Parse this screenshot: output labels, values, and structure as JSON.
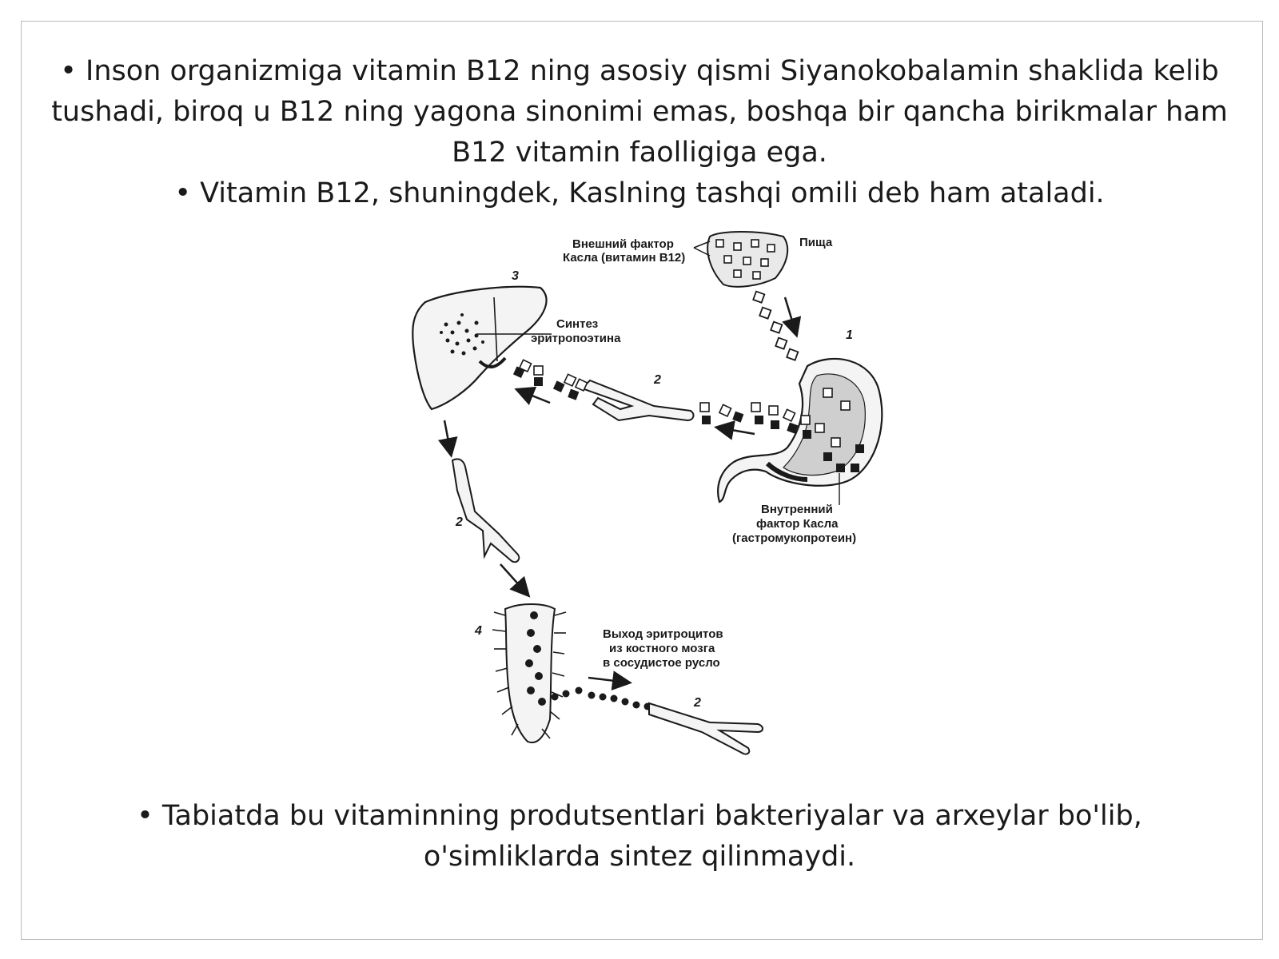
{
  "paragraphs": {
    "top": [
      "• Inson organizmiga vitamin B12 ning asosiy qismi Siyanokobalamin shaklida kelib tushadi, biroq u B12 ning yagona sinonimi emas, boshqa bir qancha birikmalar ham B12 vitamin faolligiga ega.",
      "• Vitamin B12, shuningdek, Kaslning tashqi omili deb ham ataladi."
    ],
    "bottom": "• Tabiatda bu vitaminning produtsentlari bakteriyalar va arxeylar bo'lib, o'simliklarda sintez qilinmaydi."
  },
  "diagram": {
    "labels": {
      "external_factor": [
        "Внешний фактор",
        "Касла (витамин B12)"
      ],
      "food": "Пища",
      "synthesis": [
        "Синтез",
        "эритропоэтина"
      ],
      "internal_factor": [
        "Внутренний",
        "фактор Касла",
        "(гастромукопротеин)"
      ],
      "rbc_exit": [
        "Выход эритроцитов",
        "из костного мозга",
        "в сосудистое русло"
      ]
    },
    "numbers": {
      "stomach": "1",
      "vessel_top": "2",
      "vessel_left": "2",
      "vessel_bottom": "2",
      "liver": "3",
      "bone_marrow": "4"
    }
  }
}
